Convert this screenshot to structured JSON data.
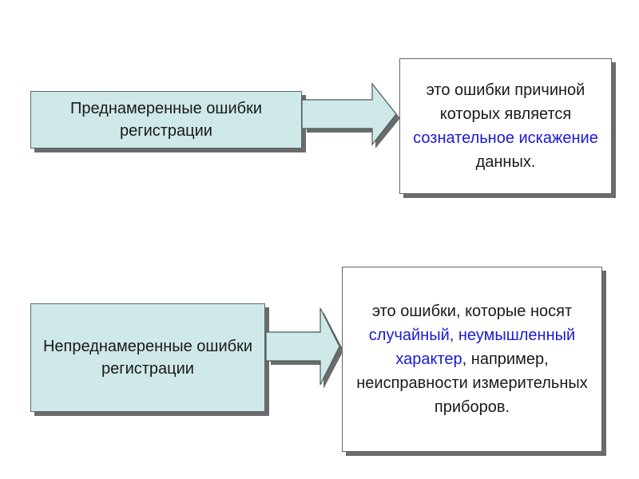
{
  "top": {
    "left_text": "Преднамеренные ошибки регистрации",
    "right_text": {
      "part1": "это ошибки причиной которых является ",
      "highlight": "сознательное искажение",
      "part2": " данных."
    }
  },
  "bottom": {
    "left_text": "Непреднамеренные ошибки регистрации",
    "right_text": {
      "part1": "это ошибки, которые носят ",
      "highlight": "случайный, неумышленный характер",
      "part2": ", например, неисправности измерительных приборов."
    }
  },
  "colors": {
    "box_fill": "#cfe8e8",
    "arrow_fill": "#cfe8e8",
    "highlight": "#1a1ad6",
    "shadow": "#6b6b6b"
  }
}
